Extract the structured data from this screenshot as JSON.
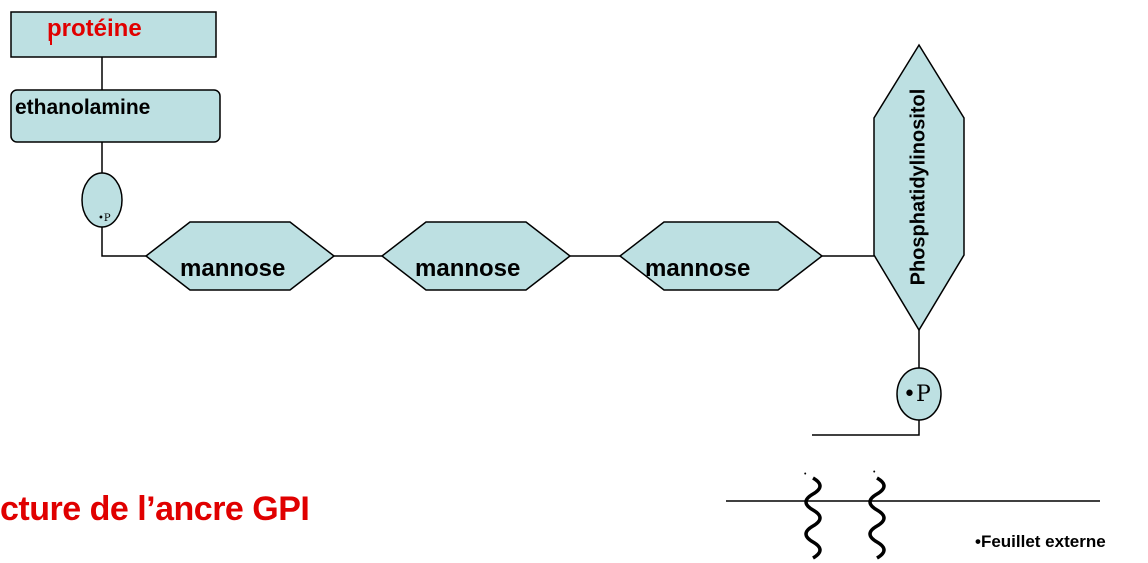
{
  "labels": {
    "protein": "protéine",
    "ethanolamine": "ethanolamine",
    "mannose_1": "mannose",
    "mannose_2": "mannose",
    "mannose_3": "mannose",
    "phosphatidylinositol": "Phosphatidylinositol",
    "phosphate_small": "•P",
    "phosphate_big": "•P",
    "title": "cture de l’ancre GPI",
    "outer_leaflet": "•Feuillet externe"
  },
  "colors": {
    "shape_fill": "#bde0e2",
    "outline": "#000000",
    "accent_red": "#e00000"
  }
}
